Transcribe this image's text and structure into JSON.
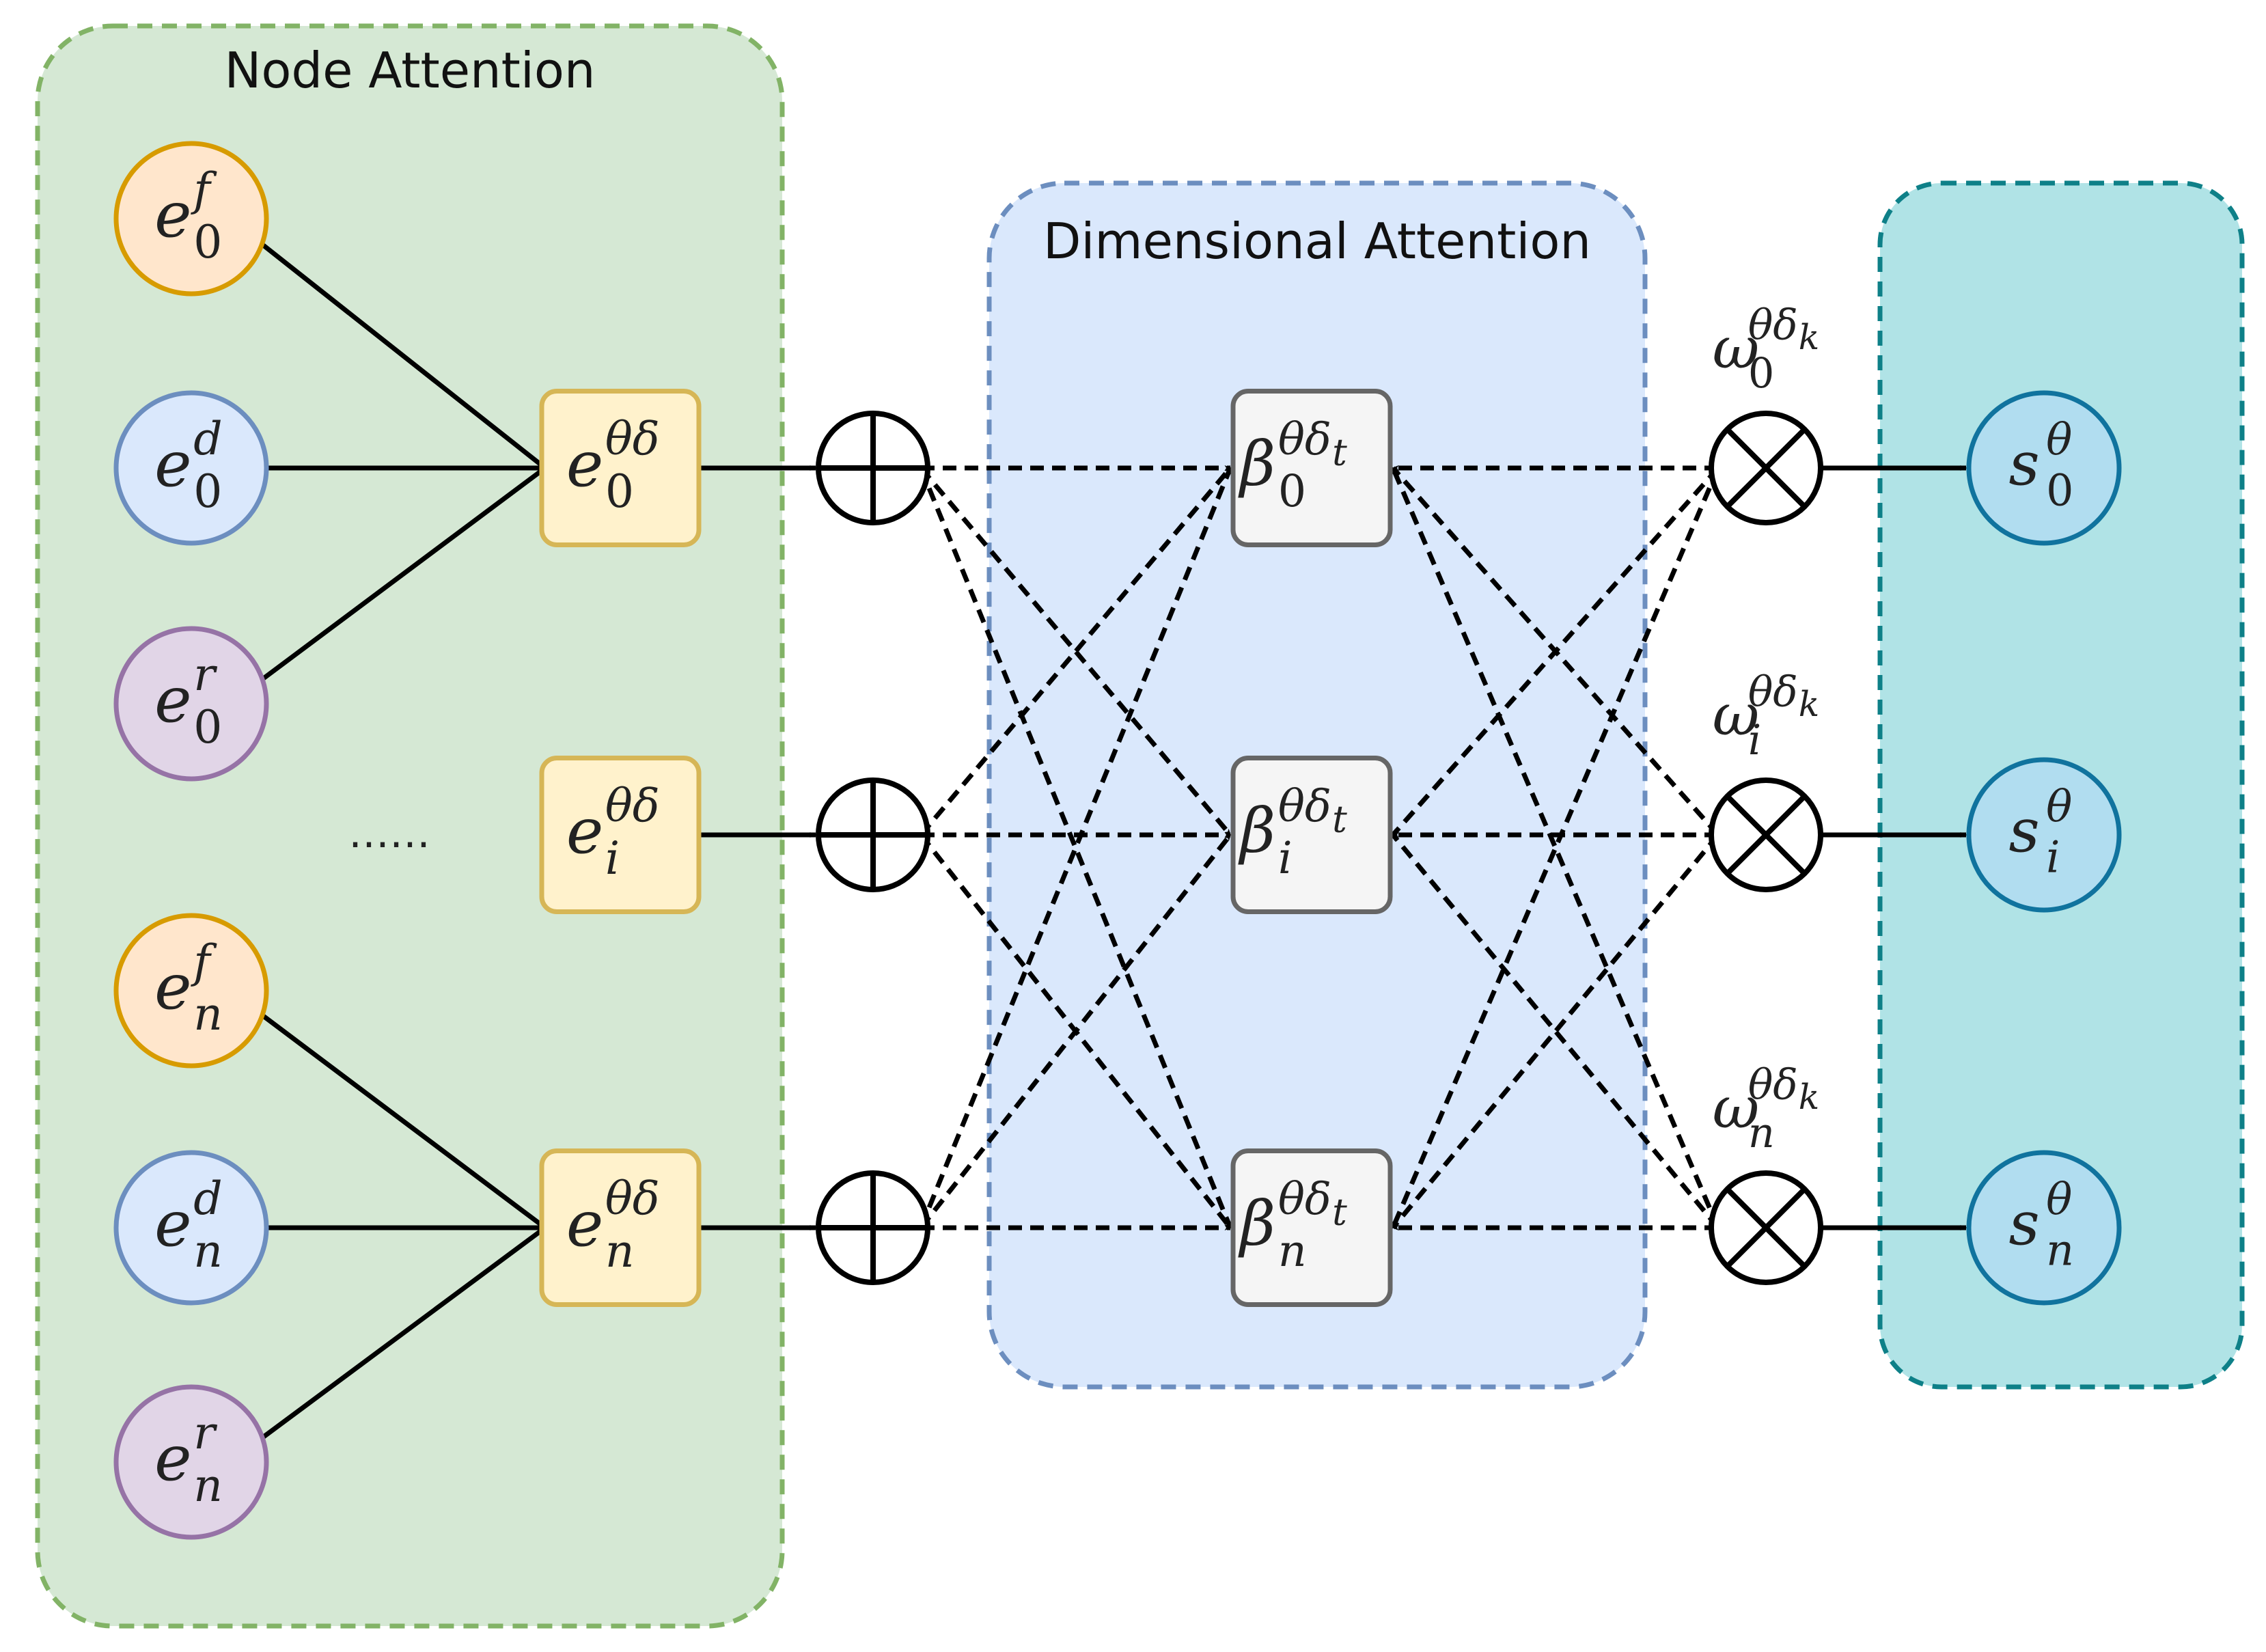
{
  "panels": {
    "node_attention": {
      "title": "Node Attention",
      "fill": "#d5e8d4",
      "stroke": "#82b366"
    },
    "dimensional_attention": {
      "title": "Dimensional Attention",
      "fill": "#dae8fc",
      "stroke": "#6c8ebf"
    },
    "output": {
      "title": "",
      "fill": "#b0e3e6",
      "stroke": "#0e8088"
    }
  },
  "input_nodes": [
    {
      "base": "e",
      "sup": "f",
      "sub": "0",
      "fill": "#ffe6cc",
      "stroke": "#d79b00"
    },
    {
      "base": "e",
      "sup": "d",
      "sub": "0",
      "fill": "#dae8fc",
      "stroke": "#6c8ebf"
    },
    {
      "base": "e",
      "sup": "r",
      "sub": "0",
      "fill": "#e1d5e7",
      "stroke": "#9673a6"
    },
    {
      "base": "e",
      "sup": "f",
      "sub": "n",
      "fill": "#ffe6cc",
      "stroke": "#d79b00"
    },
    {
      "base": "e",
      "sup": "d",
      "sub": "n",
      "fill": "#dae8fc",
      "stroke": "#6c8ebf"
    },
    {
      "base": "e",
      "sup": "r",
      "sub": "n",
      "fill": "#e1d5e7",
      "stroke": "#9673a6"
    }
  ],
  "ellipsis": "……",
  "aggregated_nodes": [
    {
      "base": "e",
      "sup": "θδ",
      "sub": "0"
    },
    {
      "base": "e",
      "sup": "θδ",
      "sub": "i"
    },
    {
      "base": "e",
      "sup": "θδ",
      "sub": "n"
    }
  ],
  "aggregated_style": {
    "fill": "#fff2cc",
    "stroke": "#d6b656"
  },
  "sum_operator": "oplus",
  "dimension_nodes": [
    {
      "base": "β",
      "sup": "θδ",
      "sup_sub": "t",
      "sub": "0"
    },
    {
      "base": "β",
      "sup": "θδ",
      "sup_sub": "t",
      "sub": "i"
    },
    {
      "base": "β",
      "sup": "θδ",
      "sup_sub": "t",
      "sub": "n"
    }
  ],
  "dimension_style": {
    "fill": "#f5f5f5",
    "stroke": "#666666"
  },
  "weights": [
    {
      "base": "ω",
      "sup": "θδ",
      "sup_sub": "k",
      "sub": "0"
    },
    {
      "base": "ω",
      "sup": "θδ",
      "sup_sub": "k",
      "sub": "i"
    },
    {
      "base": "ω",
      "sup": "θδ",
      "sup_sub": "k",
      "sub": "n"
    }
  ],
  "product_operator": "otimes",
  "output_nodes": [
    {
      "base": "s",
      "sup": "θ",
      "sub": "0"
    },
    {
      "base": "s",
      "sup": "θ",
      "sub": "i"
    },
    {
      "base": "s",
      "sup": "θ",
      "sub": "n"
    }
  ],
  "output_style": {
    "fill": "#b1ddf0",
    "stroke": "#10739e"
  }
}
